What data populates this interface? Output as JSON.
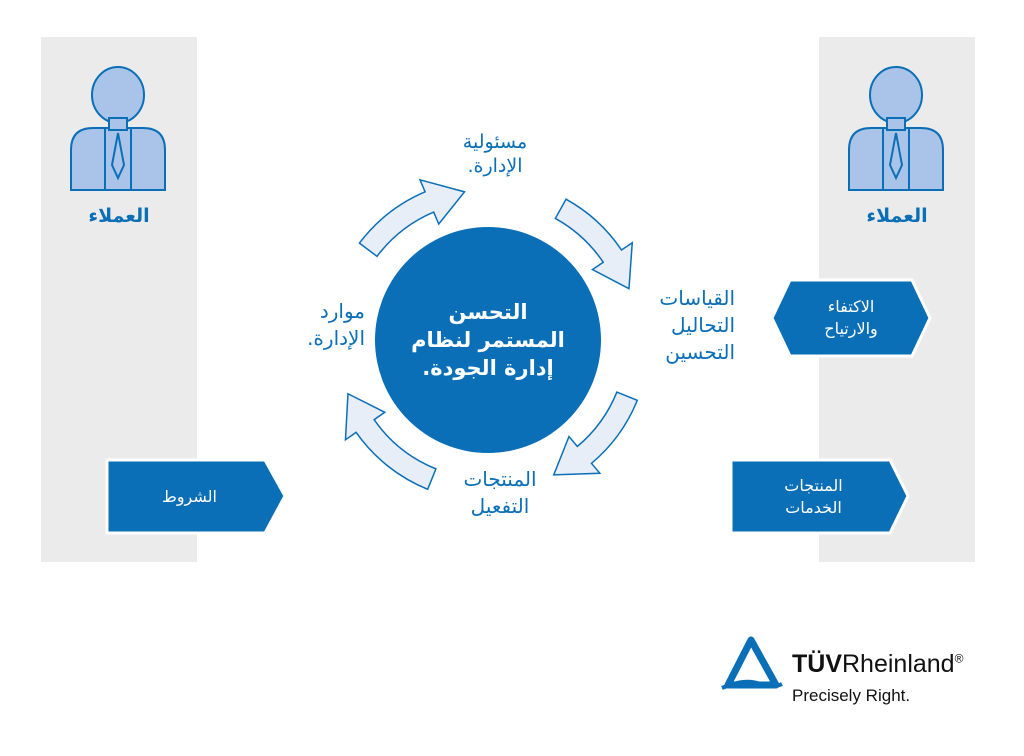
{
  "colors": {
    "brand": "#0a6fb7",
    "arrow_fill": "#e8eef8",
    "panel": "#ebebeb"
  },
  "left_panel": {
    "title": "العملاء",
    "box": "الشروط"
  },
  "right_panel": {
    "title": "العملاء",
    "top_box": "الاكتفاء\nوالارتياح",
    "box": "المنتجات\nالخدمات"
  },
  "cycle": {
    "center": "التحسن\nالمستمر لنظام\nإدارة الجودة.",
    "top": "مسئولية\nالإدارة.",
    "right": "القياسات\nالتحاليل\nالتحسين",
    "bottom": "المنتجات\nالتفعيل",
    "left": "موارد\nالإدارة."
  },
  "logo": {
    "brand": "TÜVRheinland®",
    "tagline": "Precisely Right."
  }
}
